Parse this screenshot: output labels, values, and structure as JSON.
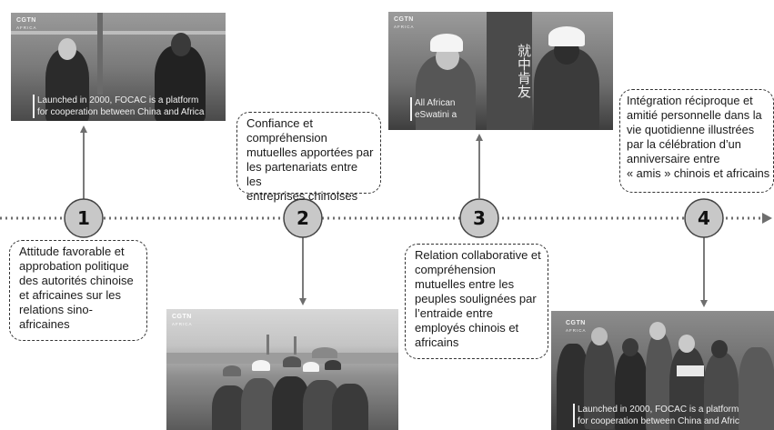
{
  "timeline": {
    "milestones": [
      {
        "number": "1",
        "text": "Attitude favorable et\napprobation politique\ndes autorités chinoise\net africaines sur les\nrelations sino-\nafricaines"
      },
      {
        "number": "2",
        "text": "Confiance et\ncompréhension\nmutuelles apportées par\nles partenariats entre les\nentreprises chinoises"
      },
      {
        "number": "3",
        "text": "Relation collaborative et\ncompréhension\nmutuelles entre les\npeuples soulignées par\nl’entraide entre\nemployés chinois et\nafricains"
      },
      {
        "number": "4",
        "text": "Intégration réciproque et\namitié personnelle dans la\nvie quotidienne illustrées\npar la célébration d’un\nanniversaire entre\n« amis » chinois et africains"
      }
    ]
  },
  "photos": {
    "photo1": {
      "logo": "CGTN",
      "logo_sub": "AFRICA",
      "caption_line1": "Launched in 2000, FOCAC is a platform",
      "caption_line2": "for cooperation between China and Africa"
    },
    "photo2": {
      "logo": "CGTN",
      "logo_sub": "AFRICA"
    },
    "photo3": {
      "logo": "CGTN",
      "logo_sub": "AFRICA",
      "caption_line1": "All African",
      "caption_line2": "eSwatini a",
      "sign_text": "就中肯友"
    },
    "photo4": {
      "logo": "CGTN",
      "logo_sub": "AFRICA",
      "caption_line1": "Launched in 2000, FOCAC is a platform",
      "caption_line2": "for cooperation between China and Afric"
    }
  },
  "colors": {
    "timeline_line": "#6e6e6e",
    "node_fill": "#c8c8c8",
    "node_stroke": "#444444"
  }
}
